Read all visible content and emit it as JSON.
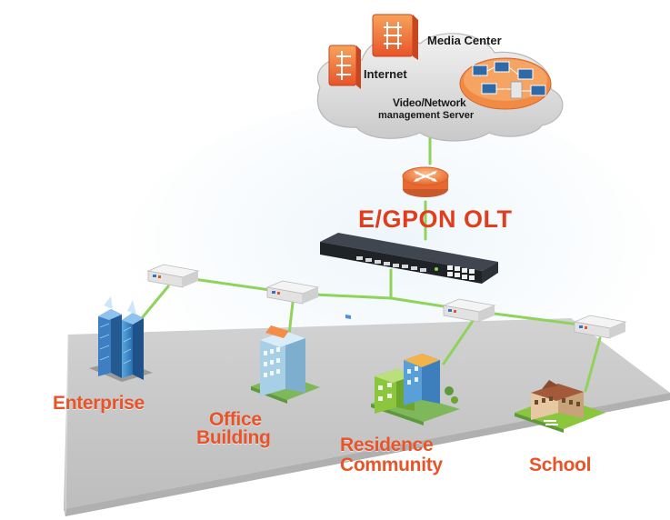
{
  "cloud": {
    "media_center": "Media Center",
    "internet": "Internet",
    "server_line1": "Video/Network",
    "server_line2": "management Server"
  },
  "olt": {
    "title": "E/GPON OLT"
  },
  "sites": {
    "enterprise": "Enterprise",
    "office_line1": "Office",
    "office_line2": "Building",
    "residence_line1": "Residence",
    "residence_line2": "Community",
    "school": "School"
  },
  "colors": {
    "accent_orange": "#e8542a",
    "olt_title": "#e03d1d",
    "fiber_green": "#8fd35a",
    "cloud_grey": "#d9d9d9",
    "platform_grey": "#c8c8c8"
  },
  "icons": [
    "router-icon",
    "firewall-icon",
    "media-center-icon",
    "server-cluster-icon",
    "olt-device-icon",
    "onu-device-icon",
    "enterprise-building-icon",
    "office-building-icon",
    "residence-building-icon",
    "school-building-icon"
  ]
}
